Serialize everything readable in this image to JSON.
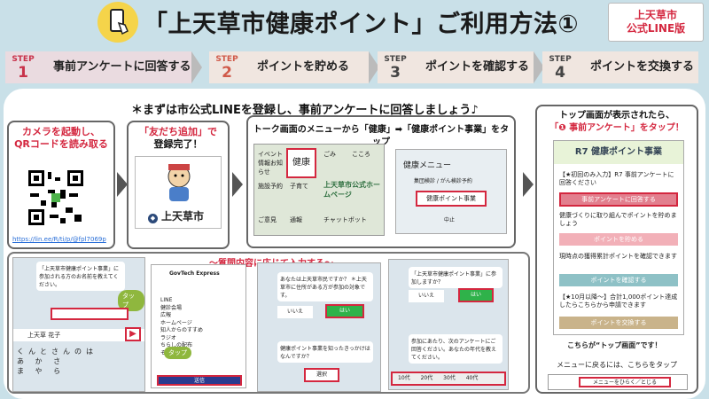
{
  "header": {
    "title": "「上天草市健康ポイント」ご利用方法①",
    "badge_line1": "上天草市",
    "badge_line2": "公式LINE版",
    "icon": "phone-tap-icon"
  },
  "steps": [
    {
      "tag": "STEP",
      "num": "1",
      "label": "事前アンケートに回答する"
    },
    {
      "tag": "STEP",
      "num": "2",
      "label": "ポイントを貯める"
    },
    {
      "tag": "STEP",
      "num": "3",
      "label": "ポイントを確認する"
    },
    {
      "tag": "STEP",
      "num": "4",
      "label": "ポイントを交換する"
    }
  ],
  "intro": "＊まずは市公式LINEを登録し、事前アンケートに回答しましょう♪",
  "panel1": {
    "cap1": "カメラを起動し、",
    "cap2": "QRコードを読み取る",
    "url": "https://lin.ee/R/ti/p/@fpl7069p"
  },
  "panel2": {
    "cap1": "「友だち追加」で",
    "cap2": "登録完了！",
    "account": "上天草市"
  },
  "panel3": {
    "cap": "トーク画面のメニューから「健康」➡「健康ポイント事業」をタップ",
    "menu": [
      "イベント情報お知らせ",
      "健康",
      "ごみ",
      "こころ",
      "施設予約",
      "子育て",
      "上天草市公式ホームページ",
      "ご意見",
      "通報",
      "チャットボット"
    ],
    "sub_title": "健康メニュー",
    "sub_item": "集団検診 / がん検診予約",
    "sub_button": "健康ポイント事業",
    "sub_cancel": "中止"
  },
  "panel4": {
    "cap1": "トップ画面が表示されたら、",
    "cap2": "「❶ 事前アンケート」をタップ！",
    "title": "R7 健康ポイント事業",
    "note": "【★初回のみ入力】R7 事前アンケートに回答ください",
    "btn1": "事前アンケートに回答する",
    "text2": "健康づくりに取り組んでポイントを貯めましょう",
    "btn2": "ポイントを貯める",
    "text3": "現時点の獲得累計ポイントを確認できます",
    "btn3": "ポイントを確認する",
    "text4": "【★10月以降〜】合計1,000ポイント達成したらこちらから申請できます",
    "btn4": "ポイントを交換する",
    "foot1": "こちらが“トップ画面”です！",
    "foot2": "メニューに戻るには、こちらをタップ",
    "menu_btn": "メニューをひらく／とじる"
  },
  "bottom": {
    "label": "〜質問内容に応じて入力する〜",
    "chat1": "「上天草市健康ポイント事業」に参加される方のお名前を教えてください。",
    "input_value": "上天草 花子",
    "keyboard": [
      "く",
      "ん",
      "と",
      "さ",
      "ん",
      "の",
      "は",
      "あ",
      "か",
      "さ",
      "ま",
      "や",
      "ら"
    ],
    "form_title": "GovTech Express",
    "opts": [
      "LINE",
      "健診会場",
      "広報",
      "ホームページ",
      "知人からのすすめ",
      "ラジオ",
      "ちらしの配布",
      "その他"
    ],
    "tap": "タップ",
    "submit": "送信",
    "q2": "あなたは上天草市民ですか？ ＊上天草市に住所がある方が参加の対象です。",
    "no": "いいえ",
    "yes": "はい",
    "q3": "健康ポイント事業を知ったきっかけはなんですか？",
    "choose": "選択",
    "q4": "「上天草市健康ポイント事業」に参加しますか？",
    "q5": "参加にあたり、次のアンケートにご回答ください。あなたの年代を教えてください。",
    "ages": [
      "10代",
      "20代",
      "30代",
      "40代"
    ]
  },
  "colors": {
    "step_bg": "#eadbe0",
    "accent": "#d4273f",
    "green": "#8fb73e",
    "pink": "#f7c1c7",
    "bg": "#c9e0e8"
  }
}
